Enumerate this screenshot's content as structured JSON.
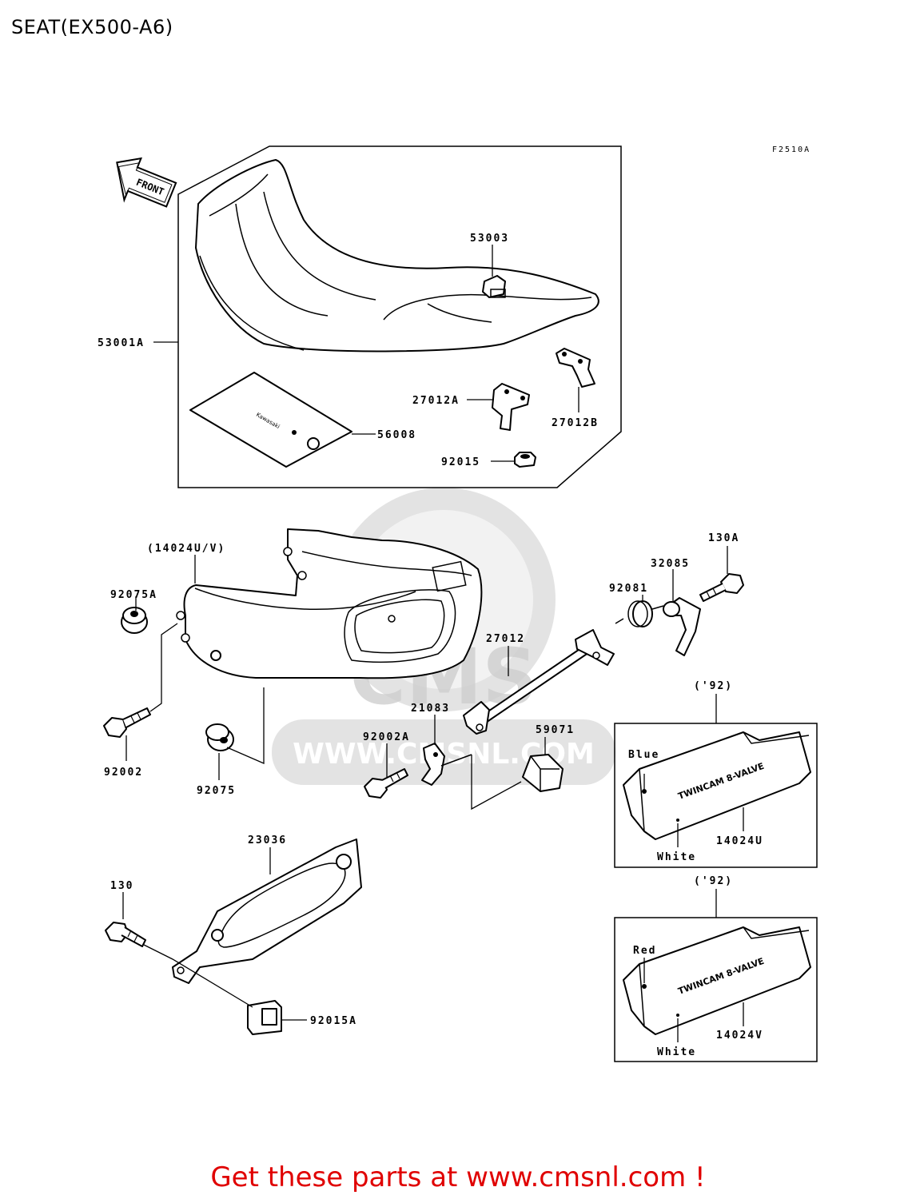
{
  "page_title": "SEAT(EX500-A6)",
  "figure_code": "F2510A",
  "front_arrow_label": "FRONT",
  "watermark": {
    "brand": "CMS",
    "url": "WWW.CMSNL.COM"
  },
  "parts": {
    "p53003": "53003",
    "p53001A": "53001A",
    "p27012A": "27012A",
    "p27012B": "27012B",
    "p56008": "56008",
    "p92015": "92015",
    "p14024UV": "(14024U/V)",
    "p92075A": "92075A",
    "p92002": "92002",
    "p92075": "92075",
    "p130A": "130A",
    "p32085": "32085",
    "p92081": "92081",
    "p27012": "27012",
    "p21083": "21083",
    "p92002A": "92002A",
    "p59071": "59071",
    "p23036": "23036",
    "p130": "130",
    "p92015A": "92015A",
    "p14024U": "14024U",
    "p14024V": "14024V"
  },
  "insets": {
    "u": {
      "year": "('92)",
      "color_top": "Blue",
      "color_bottom": "White",
      "stripe_text": "TWINCAM 8-VALVE"
    },
    "v": {
      "year": "('92)",
      "color_top": "Red",
      "color_bottom": "White",
      "stripe_text": "TWINCAM 8-VALVE"
    }
  },
  "cta": "Get these parts at www.cmsnl.com !"
}
